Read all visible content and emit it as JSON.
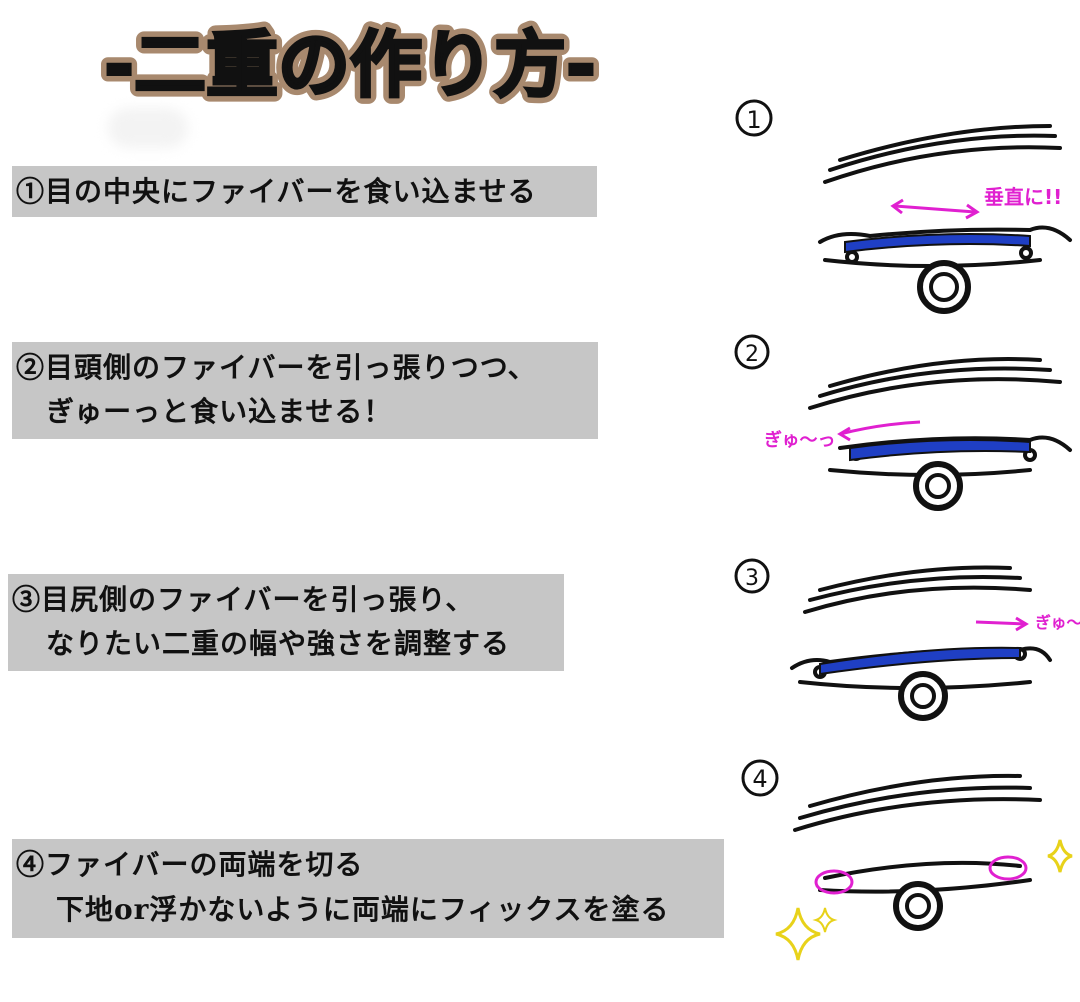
{
  "title": "-二重の作り方-",
  "steps": [
    {
      "lines": [
        "①目の中央にファイバーを食い込ませる"
      ]
    },
    {
      "lines": [
        "②目頭側のファイバーを引っ張りつつ、",
        "ぎゅーっと食い込ませる！"
      ]
    },
    {
      "lines": [
        "③目尻側のファイバーを引っ張り、",
        "なりたい二重の幅や強さを調整する"
      ]
    },
    {
      "lines": [
        "④ファイバーの両端を切る",
        "下地or浮かないように両端にフィックスを塗る"
      ]
    }
  ],
  "illustrations": [
    {
      "number": "1",
      "annotation": "垂直に!!"
    },
    {
      "number": "2",
      "annotation": "ぎゅ〜っ"
    },
    {
      "number": "3",
      "annotation": "ぎゅ〜"
    },
    {
      "number": "4",
      "annotation": ""
    }
  ],
  "colors": {
    "fiber": "#1f3fc4",
    "annotation": "#e020d0",
    "sparkle": "#e8d21a",
    "box": "#c6c6c6",
    "title_shadow": "#a8896e"
  }
}
